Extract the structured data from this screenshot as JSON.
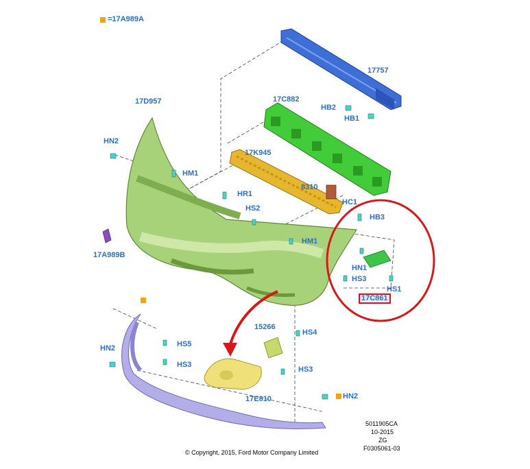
{
  "legend": {
    "text": "=17A989A",
    "marker_color": "#f5a400"
  },
  "callouts": {
    "c17757": "17757",
    "hb2": "HB2",
    "hb1": "HB1",
    "c17c882": "17C882",
    "c17d957": "17D957",
    "hn2_top": "HN2",
    "c17k945": "17K945",
    "hm1_top": "HM1",
    "c8310": "8310",
    "hr1": "HR1",
    "hc1": "HC1",
    "hs2": "HS2",
    "hb3": "HB3",
    "c17a989b": "17A989B",
    "hm1_mid": "HM1",
    "hn1": "HN1",
    "hs3_right": "HS3",
    "hs1": "HS1",
    "c17c861": "17C861",
    "c15266": "15266",
    "hs4": "HS4",
    "hn2_left": "HN2",
    "hs5": "HS5",
    "hs3_left": "HS3",
    "hs3_bottom": "HS3",
    "c17e810": "17E810",
    "hn2_bottom": "HN2"
  },
  "meta": {
    "code1": "5011905CA",
    "date": "10-2015",
    "zg": "ZG",
    "code2": "F0305061-03",
    "copyright": "© Copyright, 2015, Ford Motor Company Limited"
  },
  "colors": {
    "callout_text": "#2a6fc9",
    "bumper_green": "#a8d27a",
    "beam_blue": "#3d6fd6",
    "absorber_green": "#43cc3a",
    "reinforcement_yellow": "#e6b62e",
    "skirt_lavender": "#b3aee8",
    "highlight_red": "#d81818"
  }
}
